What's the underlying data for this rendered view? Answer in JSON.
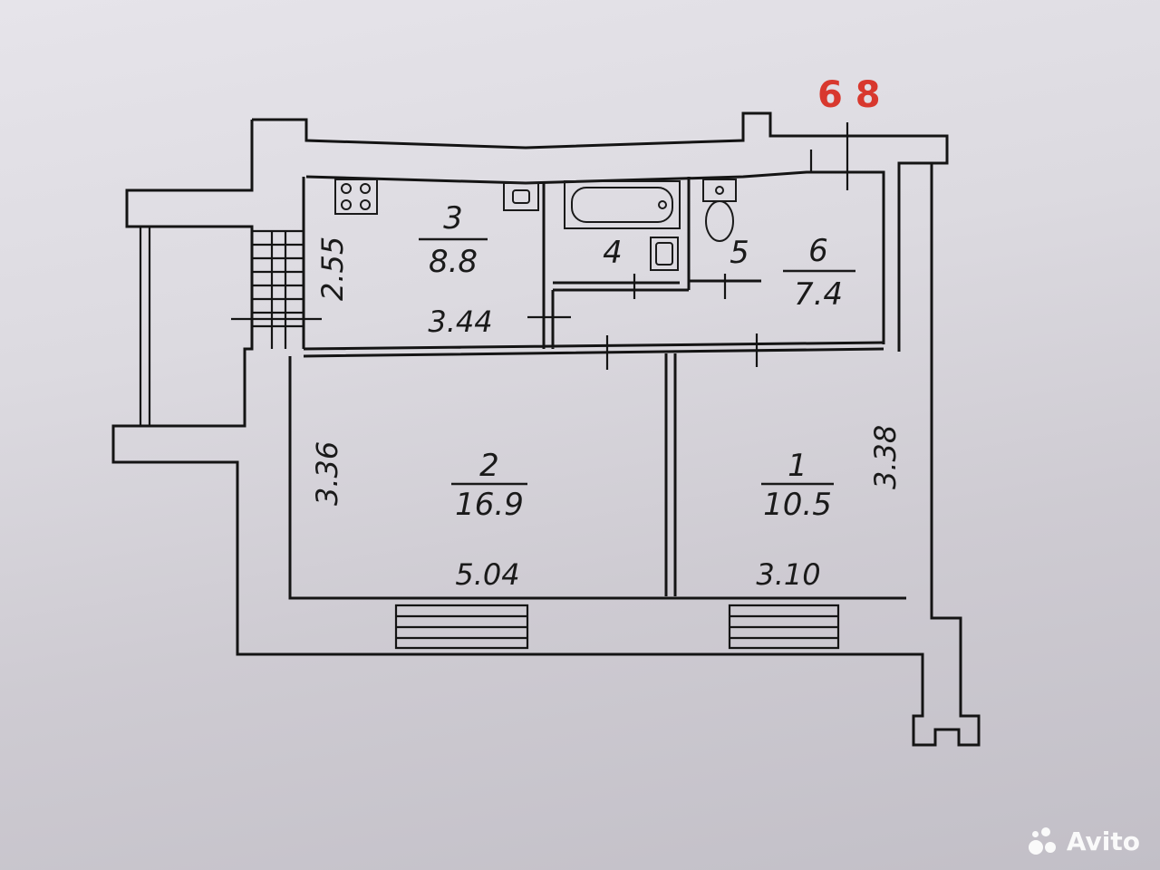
{
  "note": "6 8",
  "rooms": [
    {
      "id": "room-1",
      "number": "1",
      "area": "10.5"
    },
    {
      "id": "room-2",
      "number": "2",
      "area": "16.9"
    },
    {
      "id": "room-3",
      "number": "3",
      "area": "8.8"
    },
    {
      "id": "room-4",
      "number": "4"
    },
    {
      "id": "room-5",
      "number": "5"
    },
    {
      "id": "room-6",
      "number": "6",
      "area": "7.4"
    }
  ],
  "dimensions": {
    "kitchen_height": "2.55",
    "kitchen_width": "3.44",
    "room2_height": "3.36",
    "room2_width": "5.04",
    "room1_height": "3.38",
    "room1_width": "3.10"
  },
  "watermark": "Avito",
  "colors": {
    "line": "#141414",
    "note": "#d8382e"
  }
}
